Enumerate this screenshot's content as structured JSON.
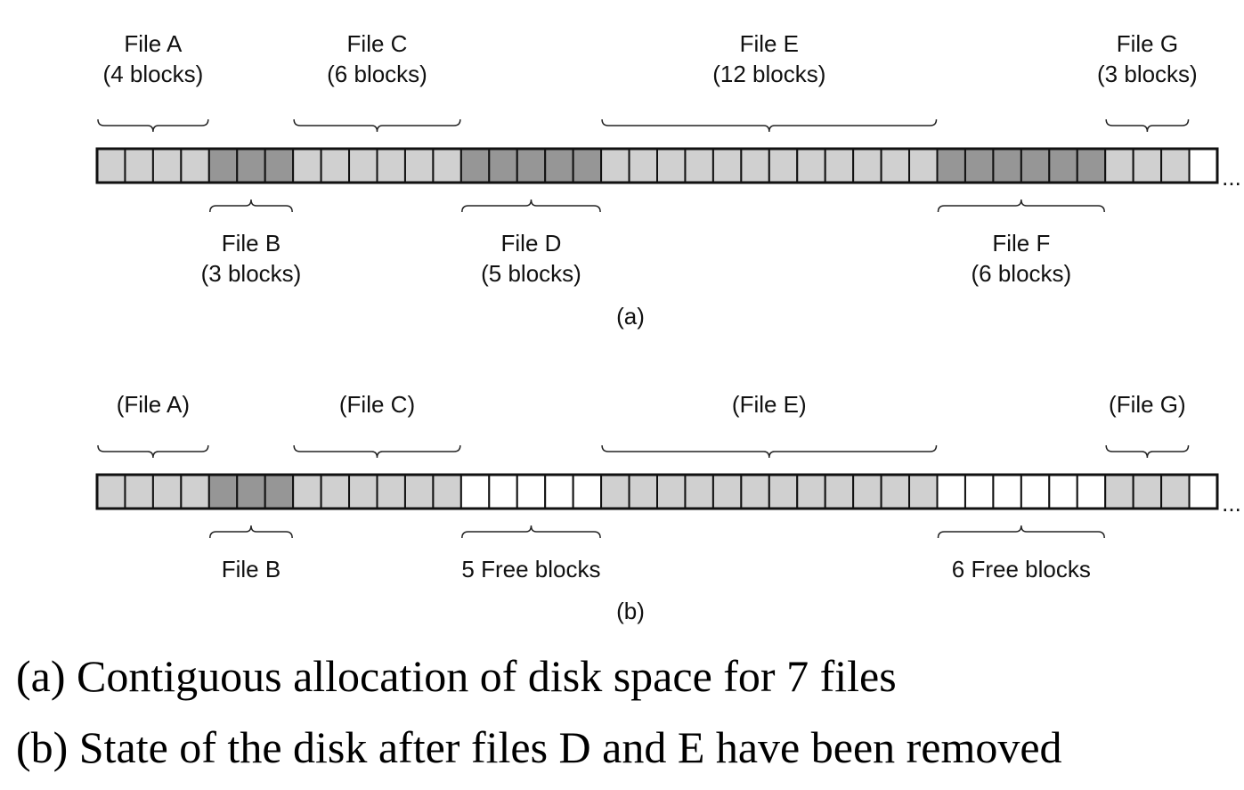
{
  "palette": {
    "light": "#d0d0d0",
    "dark": "#969696",
    "free": "#ffffff",
    "stroke": "#111111"
  },
  "panels": [
    {
      "id": "a",
      "label": "(a)",
      "blocks": [
        "light",
        "light",
        "light",
        "light",
        "dark",
        "dark",
        "dark",
        "light",
        "light",
        "light",
        "light",
        "light",
        "light",
        "dark",
        "dark",
        "dark",
        "dark",
        "dark",
        "light",
        "light",
        "light",
        "light",
        "light",
        "light",
        "light",
        "light",
        "light",
        "light",
        "light",
        "light",
        "dark",
        "dark",
        "dark",
        "dark",
        "dark",
        "dark",
        "light",
        "light",
        "light",
        "free"
      ],
      "top_labels": [
        {
          "line1": "File A",
          "line2": "(4 blocks)",
          "start": 0,
          "end": 4
        },
        {
          "line1": "File C",
          "line2": "(6 blocks)",
          "start": 7,
          "end": 13
        },
        {
          "line1": "File E",
          "line2": "(12 blocks)",
          "start": 18,
          "end": 30
        },
        {
          "line1": "File G",
          "line2": "(3 blocks)",
          "start": 36,
          "end": 39
        }
      ],
      "bottom_labels": [
        {
          "line1": "File B",
          "line2": "(3 blocks)",
          "start": 4,
          "end": 7
        },
        {
          "line1": "File D",
          "line2": "(5 blocks)",
          "start": 13,
          "end": 18
        },
        {
          "line1": "File F",
          "line2": "(6 blocks)",
          "start": 30,
          "end": 36
        }
      ]
    },
    {
      "id": "b",
      "label": "(b)",
      "blocks": [
        "light",
        "light",
        "light",
        "light",
        "dark",
        "dark",
        "dark",
        "light",
        "light",
        "light",
        "light",
        "light",
        "light",
        "free",
        "free",
        "free",
        "free",
        "free",
        "light",
        "light",
        "light",
        "light",
        "light",
        "light",
        "light",
        "light",
        "light",
        "light",
        "light",
        "light",
        "free",
        "free",
        "free",
        "free",
        "free",
        "free",
        "light",
        "light",
        "light",
        "free"
      ],
      "top_labels": [
        {
          "line1": "(File A)",
          "line2": "",
          "start": 0,
          "end": 4
        },
        {
          "line1": "(File C)",
          "line2": "",
          "start": 7,
          "end": 13
        },
        {
          "line1": "(File E)",
          "line2": "",
          "start": 18,
          "end": 30
        },
        {
          "line1": "(File G)",
          "line2": "",
          "start": 36,
          "end": 39
        }
      ],
      "bottom_labels": [
        {
          "line1": "File B",
          "line2": "",
          "start": 4,
          "end": 7
        },
        {
          "line1": "5 Free blocks",
          "line2": "",
          "start": 13,
          "end": 18
        },
        {
          "line1": "6 Free blocks",
          "line2": "",
          "start": 30,
          "end": 36
        }
      ]
    }
  ],
  "ellipsis": "...",
  "captions": {
    "a": "(a) Contiguous allocation of disk space for 7 files",
    "b": "(b) State of the disk after files D and E have been removed"
  }
}
